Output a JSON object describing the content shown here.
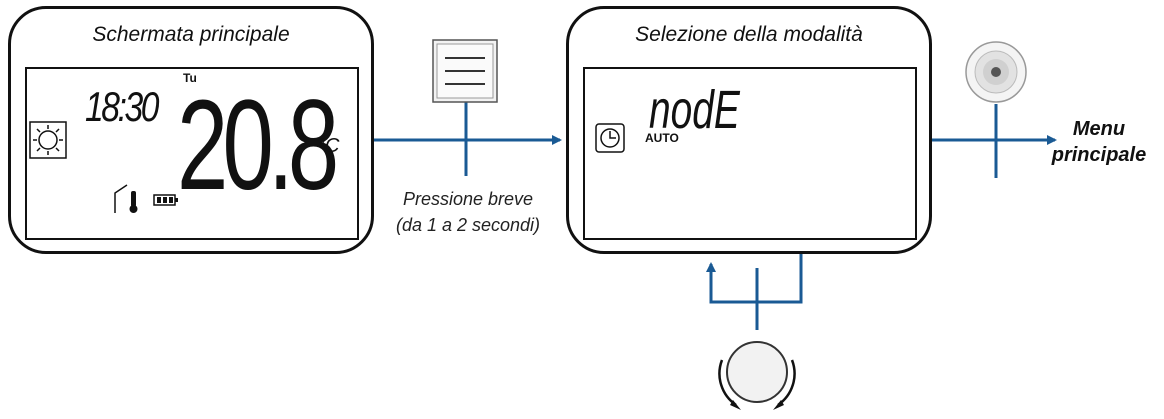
{
  "main_screen": {
    "title": "Schermata principale",
    "day": "Tu",
    "time": "18:30",
    "temperature": "20.8",
    "unit": "°C"
  },
  "mode_screen": {
    "title": "Selezione della modalità",
    "mode_text": "nodE",
    "mode_value": "AUTO"
  },
  "arrow_caption": {
    "line1": "Pressione breve",
    "line2": "(da 1 a 2 secondi)"
  },
  "exit_label": {
    "line1": "Menu",
    "line2": "principale"
  },
  "colors": {
    "arrow": "#1a5a94",
    "stroke": "#111111"
  },
  "icons": [
    "sun-icon",
    "thermometer-icon",
    "battery-icon",
    "clock-icon",
    "menu-button-icon",
    "ok-button-icon",
    "rotary-knob-icon"
  ]
}
